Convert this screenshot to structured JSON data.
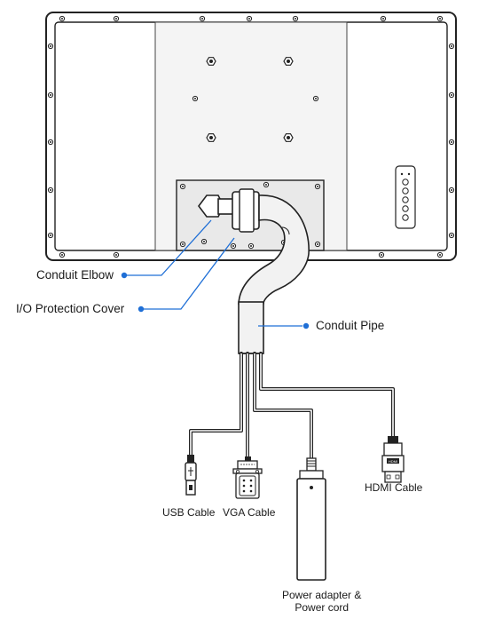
{
  "labels": {
    "conduit_elbow": "Conduit Elbow",
    "io_protection_cover": "I/O Protection Cover",
    "conduit_pipe": "Conduit Pipe",
    "usb_cable": "USB Cable",
    "vga_cable": "VGA Cable",
    "hdmi_cable": "HDMI Cable",
    "power_adapter_line1": "Power adapter &",
    "power_adapter_line2": "Power cord",
    "hdmi_plug_mark": "HDMI"
  },
  "colors": {
    "outline": "#222222",
    "leader": "#1f6fd6",
    "panel_fill": "#ffffff",
    "center_fill": "#f4f4f4",
    "cover_fill": "#e9e9e9",
    "pipe_fill": "#f2f2f2"
  },
  "icons": [
    "screw-icon",
    "usb-plug-icon",
    "vga-plug-icon",
    "hdmi-plug-icon",
    "power-adapter-icon",
    "button-panel-icon"
  ]
}
